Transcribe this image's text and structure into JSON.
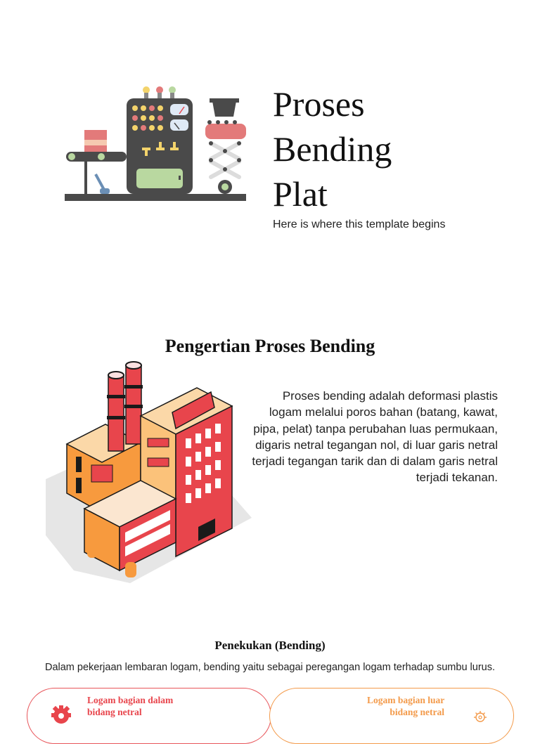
{
  "hero": {
    "title_lines": [
      "Proses",
      "Bending",
      "Plat"
    ],
    "subtitle": "Here is where this template begins"
  },
  "section": {
    "title": "Pengertian Proses Bending",
    "paragraph": "Proses bending adalah deformasi plastis logam melalui poros bahan (batang, kawat, pipa, pelat) tanpa perubahan luas permukaan, digaris netral tegangan nol, di luar garis netral terjadi tegangan tarik dan di dalam garis netral terjadi tekanan."
  },
  "penekukan": {
    "heading": "Penekukan (Bending)",
    "text": "Dalam pekerjaan lembaran logam, bending  yaitu sebagai peregangan logam terhadap sumbu lurus.",
    "cards": [
      {
        "line1": "Logam bagian dalam",
        "line2": "bidang netral",
        "icon": "gear-icon",
        "color": "#e8454c"
      },
      {
        "line1": "Logam bagian luar",
        "line2": "bidang netral",
        "icon": "gear-outline-icon",
        "color": "#f39a4a"
      }
    ]
  },
  "colors": {
    "red": "#e8454c",
    "orange": "#f39a4a",
    "dark_gray": "#4a4a4a",
    "green_panel": "#b9d8a0"
  }
}
